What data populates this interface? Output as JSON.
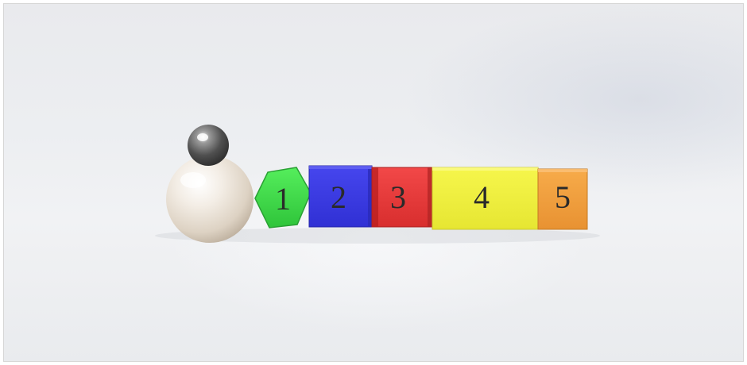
{
  "blocks": [
    {
      "label": "1",
      "shape": "hexagon",
      "color": "#3ee04a"
    },
    {
      "label": "2",
      "shape": "cube",
      "color": "#3c3ce6"
    },
    {
      "label": "3",
      "shape": "cube",
      "color": "#ec3a3a"
    },
    {
      "label": "4",
      "shape": "cube",
      "color": "#f2f23a"
    },
    {
      "label": "5",
      "shape": "cube",
      "color": "#f4a23e"
    }
  ],
  "spheres": [
    {
      "name": "large-pearl-sphere",
      "color": "#efe6da"
    },
    {
      "name": "small-steel-sphere",
      "color": "#5a5a5a"
    }
  ]
}
